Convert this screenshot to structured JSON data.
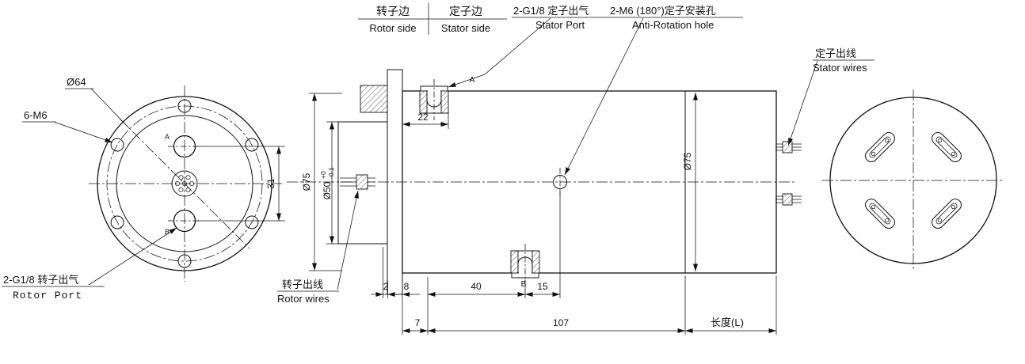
{
  "header": {
    "rotor_side_zh": "转子边",
    "rotor_side_en": "Rotor side",
    "stator_side_zh": "定子边",
    "stator_side_en": "Stator side"
  },
  "callouts": {
    "stator_port_zh": "2-G1/8 定子出气",
    "stator_port_en": "Stator Port",
    "anti_rotation_zh": "2-M6 (180°)定子安装孔",
    "anti_rotation_en": "Anti-Rotation hole",
    "stator_wires_zh": "定子出线",
    "stator_wires_en": "Stator wires",
    "rotor_wires_zh": "转子出线",
    "rotor_wires_en": "Rotor wires",
    "rotor_port_zh": "2-G1/8 转子出气",
    "rotor_port_en": "Rotor Port",
    "bolt_circle_dia": "Ø64",
    "mount_holes": "6-M6"
  },
  "dimensions": {
    "port_spacing": "31",
    "stator_port_offset": "22",
    "body_dia_left": "Ø75",
    "shaft_dia": "Ø50",
    "shaft_tol_upper": "+0",
    "shaft_tol_lower": "-0.1",
    "flange_gap": "2",
    "flange_thickness": "8",
    "port_b_offset": "40",
    "hole_offset": "15",
    "stator_start": "7",
    "body_length": "107",
    "body_dia_right": "Ø75",
    "total_length_label": "长度(L)"
  },
  "port_marks": {
    "a": "A",
    "b": "B"
  }
}
